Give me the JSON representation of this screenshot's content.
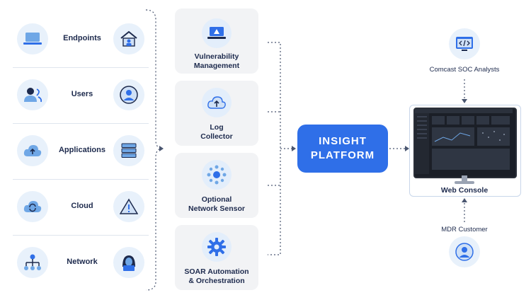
{
  "sources": [
    {
      "label": "Endpoints",
      "left_icon": "laptop-icon",
      "right_icon": "home-user-icon"
    },
    {
      "label": "Users",
      "left_icon": "users-icon",
      "right_icon": "user-circle-icon"
    },
    {
      "label": "Applications",
      "left_icon": "cloud-upload-icon",
      "right_icon": "server-stack-icon"
    },
    {
      "label": "Cloud",
      "left_icon": "cloud-sync-icon",
      "right_icon": "warning-triangle-icon"
    },
    {
      "label": "Network",
      "left_icon": "network-tree-icon",
      "right_icon": "hacker-icon"
    }
  ],
  "services": [
    {
      "label": "Vulnerability\nManagement",
      "icon": "laptop-warning-icon"
    },
    {
      "label": "Log\nCollector",
      "icon": "cloud-upload-icon"
    },
    {
      "label": "Optional\nNetwork Sensor",
      "icon": "sensor-node-icon"
    },
    {
      "label": "SOAR Automation\n& Orchestration",
      "icon": "gear-icon"
    }
  ],
  "platform": {
    "line1": "INSIGHT",
    "line2": "PLATFORM"
  },
  "analysts": {
    "label": "Comcast SOC Analysts",
    "icon": "code-window-icon"
  },
  "console": {
    "label": "Web Console"
  },
  "mdr": {
    "label": "MDR Customer",
    "icon": "user-circle-icon"
  },
  "colors": {
    "accent": "#2f6fe8",
    "ink": "#1d2a4d",
    "icon_bg": "#e8f1fb",
    "card_bg": "#f2f3f5"
  }
}
